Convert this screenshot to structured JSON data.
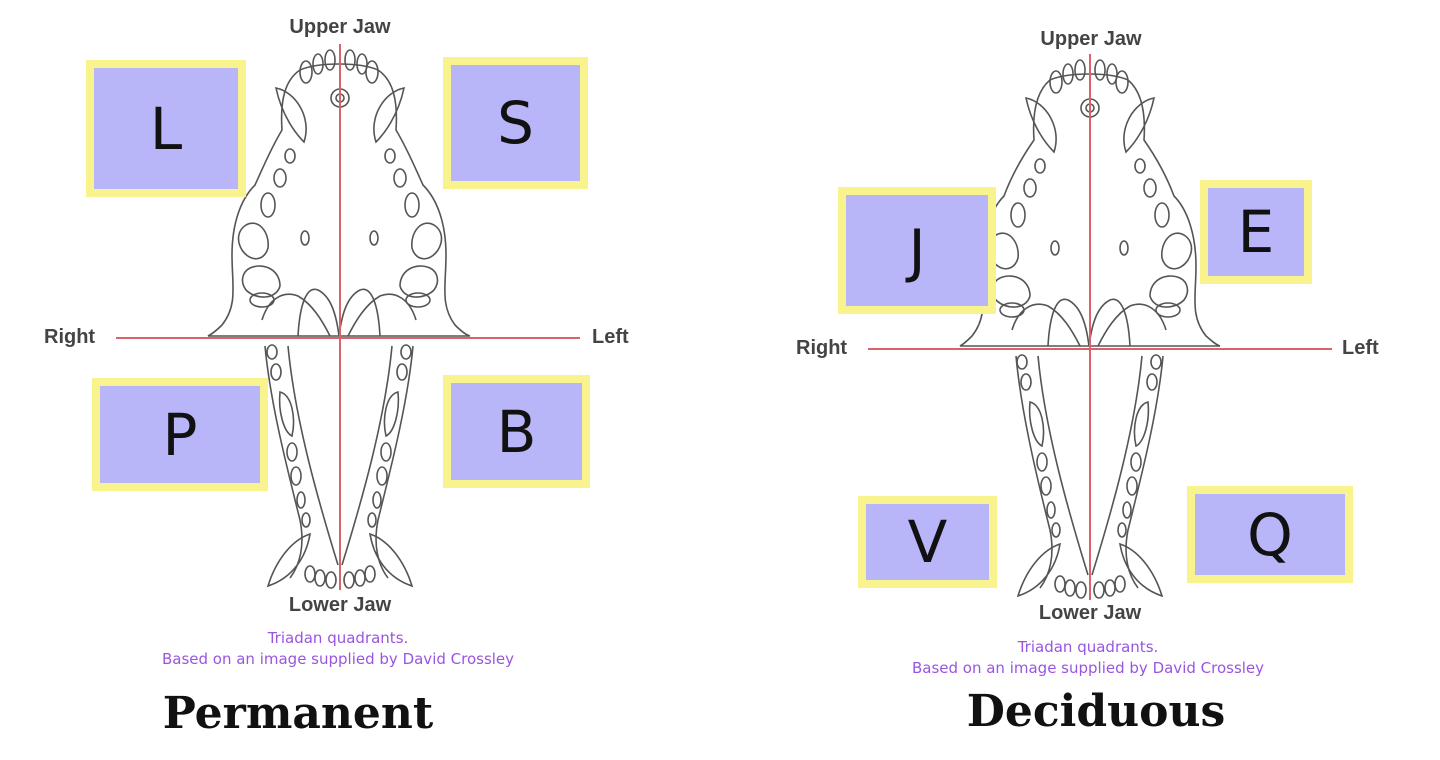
{
  "diagrams": [
    {
      "title": "Permanent",
      "labels": {
        "upper": "Upper Jaw",
        "lower": "Lower Jaw",
        "right": "Right",
        "left": "Left"
      },
      "quadrants": {
        "upper_right": "L",
        "upper_left": "S",
        "lower_right": "P",
        "lower_left": "B"
      },
      "caption": {
        "line1": "Triadan quadrants.",
        "line2": "Based on an image supplied by David Crossley"
      }
    },
    {
      "title": "Deciduous",
      "labels": {
        "upper": "Upper Jaw",
        "lower": "Lower Jaw",
        "right": "Right",
        "left": "Left"
      },
      "quadrants": {
        "upper_right": "J",
        "upper_left": "E",
        "lower_right": "V",
        "lower_left": "Q"
      },
      "caption": {
        "line1": "Triadan quadrants.",
        "line2": "Based on an image supplied by David Crossley"
      }
    }
  ],
  "colors": {
    "quadrant_fill": "#b8b5f8",
    "quadrant_border": "#f8f38c",
    "divider_line": "#d9636b",
    "caption_text": "#9a55e0",
    "jaw_outline": "#555555"
  }
}
